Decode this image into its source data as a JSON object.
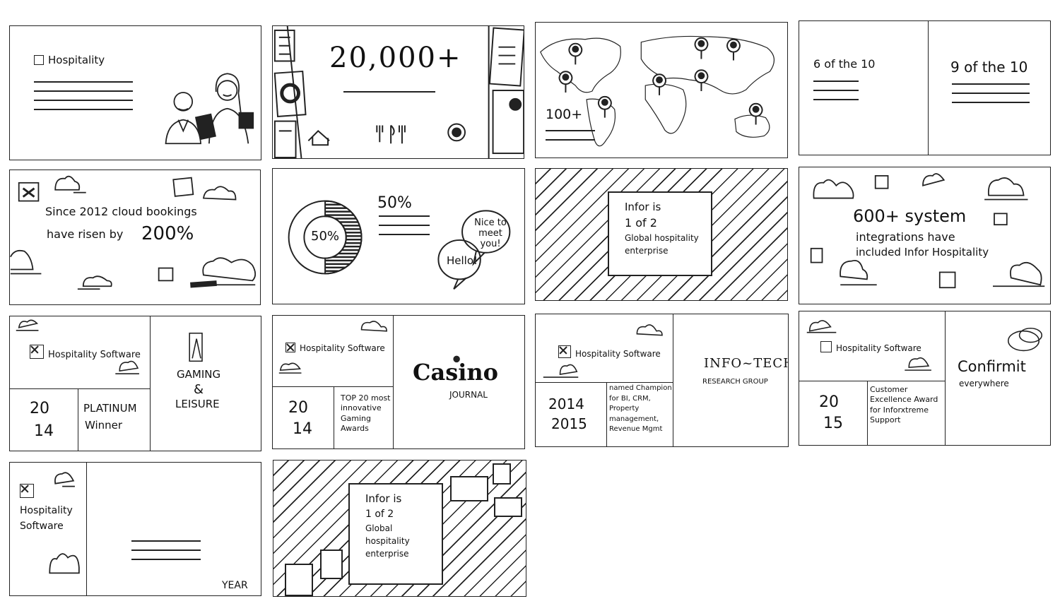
{
  "panels": {
    "p1": {
      "label": "Hospitality"
    },
    "p2": {
      "stat": "20,000+"
    },
    "p3": {
      "stat": "100+"
    },
    "p4": {
      "left": "6 of the 10",
      "right": "9 of the 10"
    },
    "p5": {
      "line1": "Since 2012 cloud bookings",
      "line2": "have risen by",
      "value": "200%"
    },
    "p6": {
      "donut": "50%",
      "stat": "50%",
      "bubble1": "Nice to meet you!",
      "bubble2": "Hello!"
    },
    "p7": {
      "line1": "Infor is",
      "line2": "1 of 2",
      "line3": "Global hospitality",
      "line4": "enterprise"
    },
    "p8": {
      "line1": "600+ system",
      "line2": "integrations have",
      "line3": "included Infor Hospitality"
    },
    "p9": {
      "label": "Hospitality Software",
      "year1": "20",
      "year2": "14",
      "award1": "PLATINUM",
      "award2": "Winner",
      "logo1": "GAMING",
      "logo2": "&",
      "logo3": "LEISURE"
    },
    "p10": {
      "label": "Hospitality Software",
      "year1": "20",
      "year2": "14",
      "award": "TOP 20 most innovative Gaming Awards",
      "logo1": "Casino",
      "logo2": "JOURNAL"
    },
    "p11": {
      "label": "Hospitality Software",
      "year1": "2014",
      "year2": "2015",
      "award": "named Champion for BI, CRM, Property management, Revenue Mgmt",
      "logo1": "INFO~TECH",
      "logo2": "RESEARCH GROUP"
    },
    "p12": {
      "label": "Hospitality Software",
      "year1": "20",
      "year2": "15",
      "award": "Customer Excellence Award for Inforxtreme Support",
      "logo1": "Confirmit",
      "logo2": "everywhere"
    },
    "p13": {
      "label1": "Hospitality",
      "label2": "Software",
      "year": "YEAR"
    },
    "p14": {
      "line1": "Infor is",
      "line2": "1 of 2",
      "line3": "Global",
      "line4": "hospitality",
      "line5": "enterprise"
    }
  },
  "colors": {
    "ink": "#222222",
    "paper": "#ffffff"
  }
}
